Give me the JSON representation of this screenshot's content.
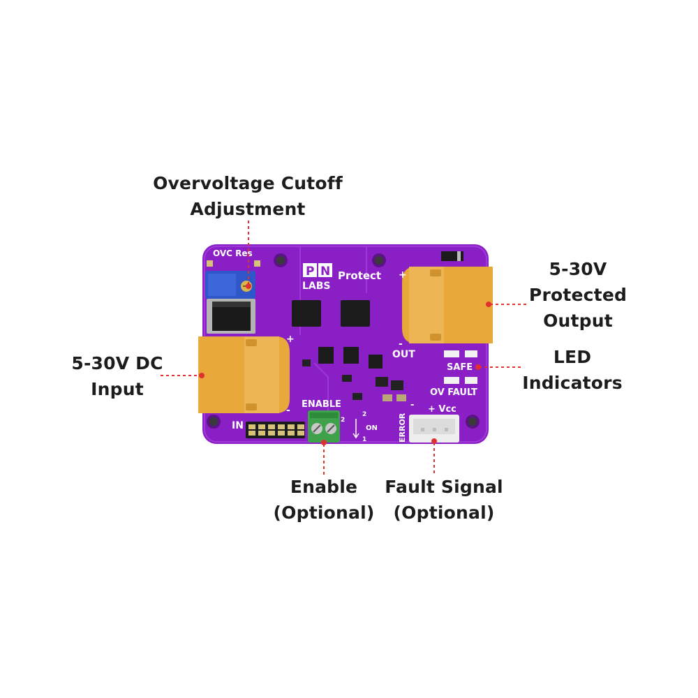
{
  "callouts": {
    "ovc_adjust": [
      "Overvoltage Cutoff",
      "Adjustment"
    ],
    "input": [
      "5-30V DC",
      "Input"
    ],
    "output": [
      "5-30V",
      "Protected",
      "Output"
    ],
    "leds": [
      "LED",
      "Indicators"
    ],
    "enable": [
      "Enable",
      "(Optional)"
    ],
    "fault": [
      "Fault Signal",
      "(Optional)"
    ]
  },
  "silkscreen": {
    "ovc_res": "OVC Res",
    "logo_p": "P",
    "logo_n": "N",
    "logo_labs": "LABS",
    "logo_protect": "Protect",
    "plus": "+",
    "minus": "-",
    "out": "OUT",
    "in": "IN",
    "safe": "SAFE",
    "ov_fault": "OV FAULT",
    "enable": "ENABLE",
    "pin1": "1",
    "pin2": "2",
    "on": "ON",
    "error": "ERROR",
    "vcc": "+ Vcc"
  },
  "colors": {
    "pcb": "#8b1fc6",
    "connector": "#e8a93a",
    "leader": "#e0302f",
    "terminal": "#3fa14a",
    "trimmer": "#2f57c9"
  }
}
